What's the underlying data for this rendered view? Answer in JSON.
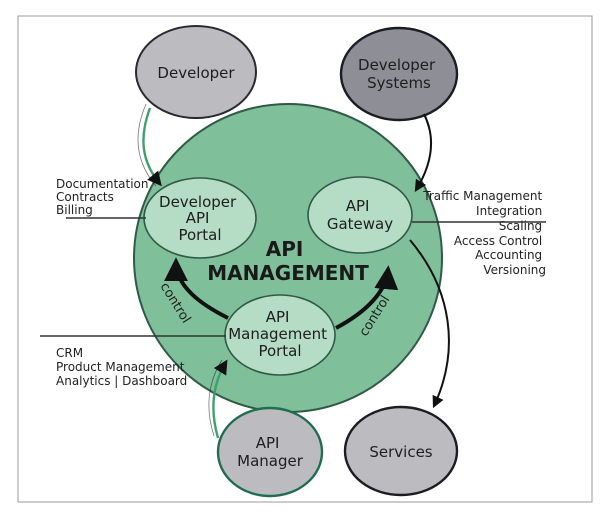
{
  "diagram": {
    "center": {
      "line1": "API",
      "line2": "MANAGEMENT"
    },
    "nodes": {
      "developer": {
        "line1": "Developer"
      },
      "developer_systems": {
        "line1": "Developer",
        "line2": "Systems"
      },
      "developer_api_portal": {
        "line1": "Developer",
        "line2": "API",
        "line3": "Portal"
      },
      "api_gateway": {
        "line1": "API",
        "line2": "Gateway"
      },
      "api_management_portal": {
        "line1": "API",
        "line2": "Management",
        "line3": "Portal"
      },
      "api_manager": {
        "line1": "API",
        "line2": "Manager"
      },
      "services": {
        "line1": "Services"
      }
    },
    "arrow_labels": {
      "left": "control",
      "right": "control"
    },
    "annotations": {
      "portal_features": [
        "Documentation",
        "Contracts",
        "Billing"
      ],
      "gateway_features": [
        "Traffic Management",
        "Integration",
        "Scaling",
        "Access Control",
        "Accounting",
        "Versioning"
      ],
      "management_features": [
        "CRM",
        "Product Management",
        "Analytics | Dashboard"
      ]
    },
    "colors": {
      "big_circle": "#7fbf9a",
      "inner_circle": "#b5dcc4",
      "actor_fill": "#bcbcc0",
      "actor_dark_fill": "#8e8e96",
      "accent_arrow": "#3fa06e",
      "dark_arrow": "#111111"
    }
  }
}
